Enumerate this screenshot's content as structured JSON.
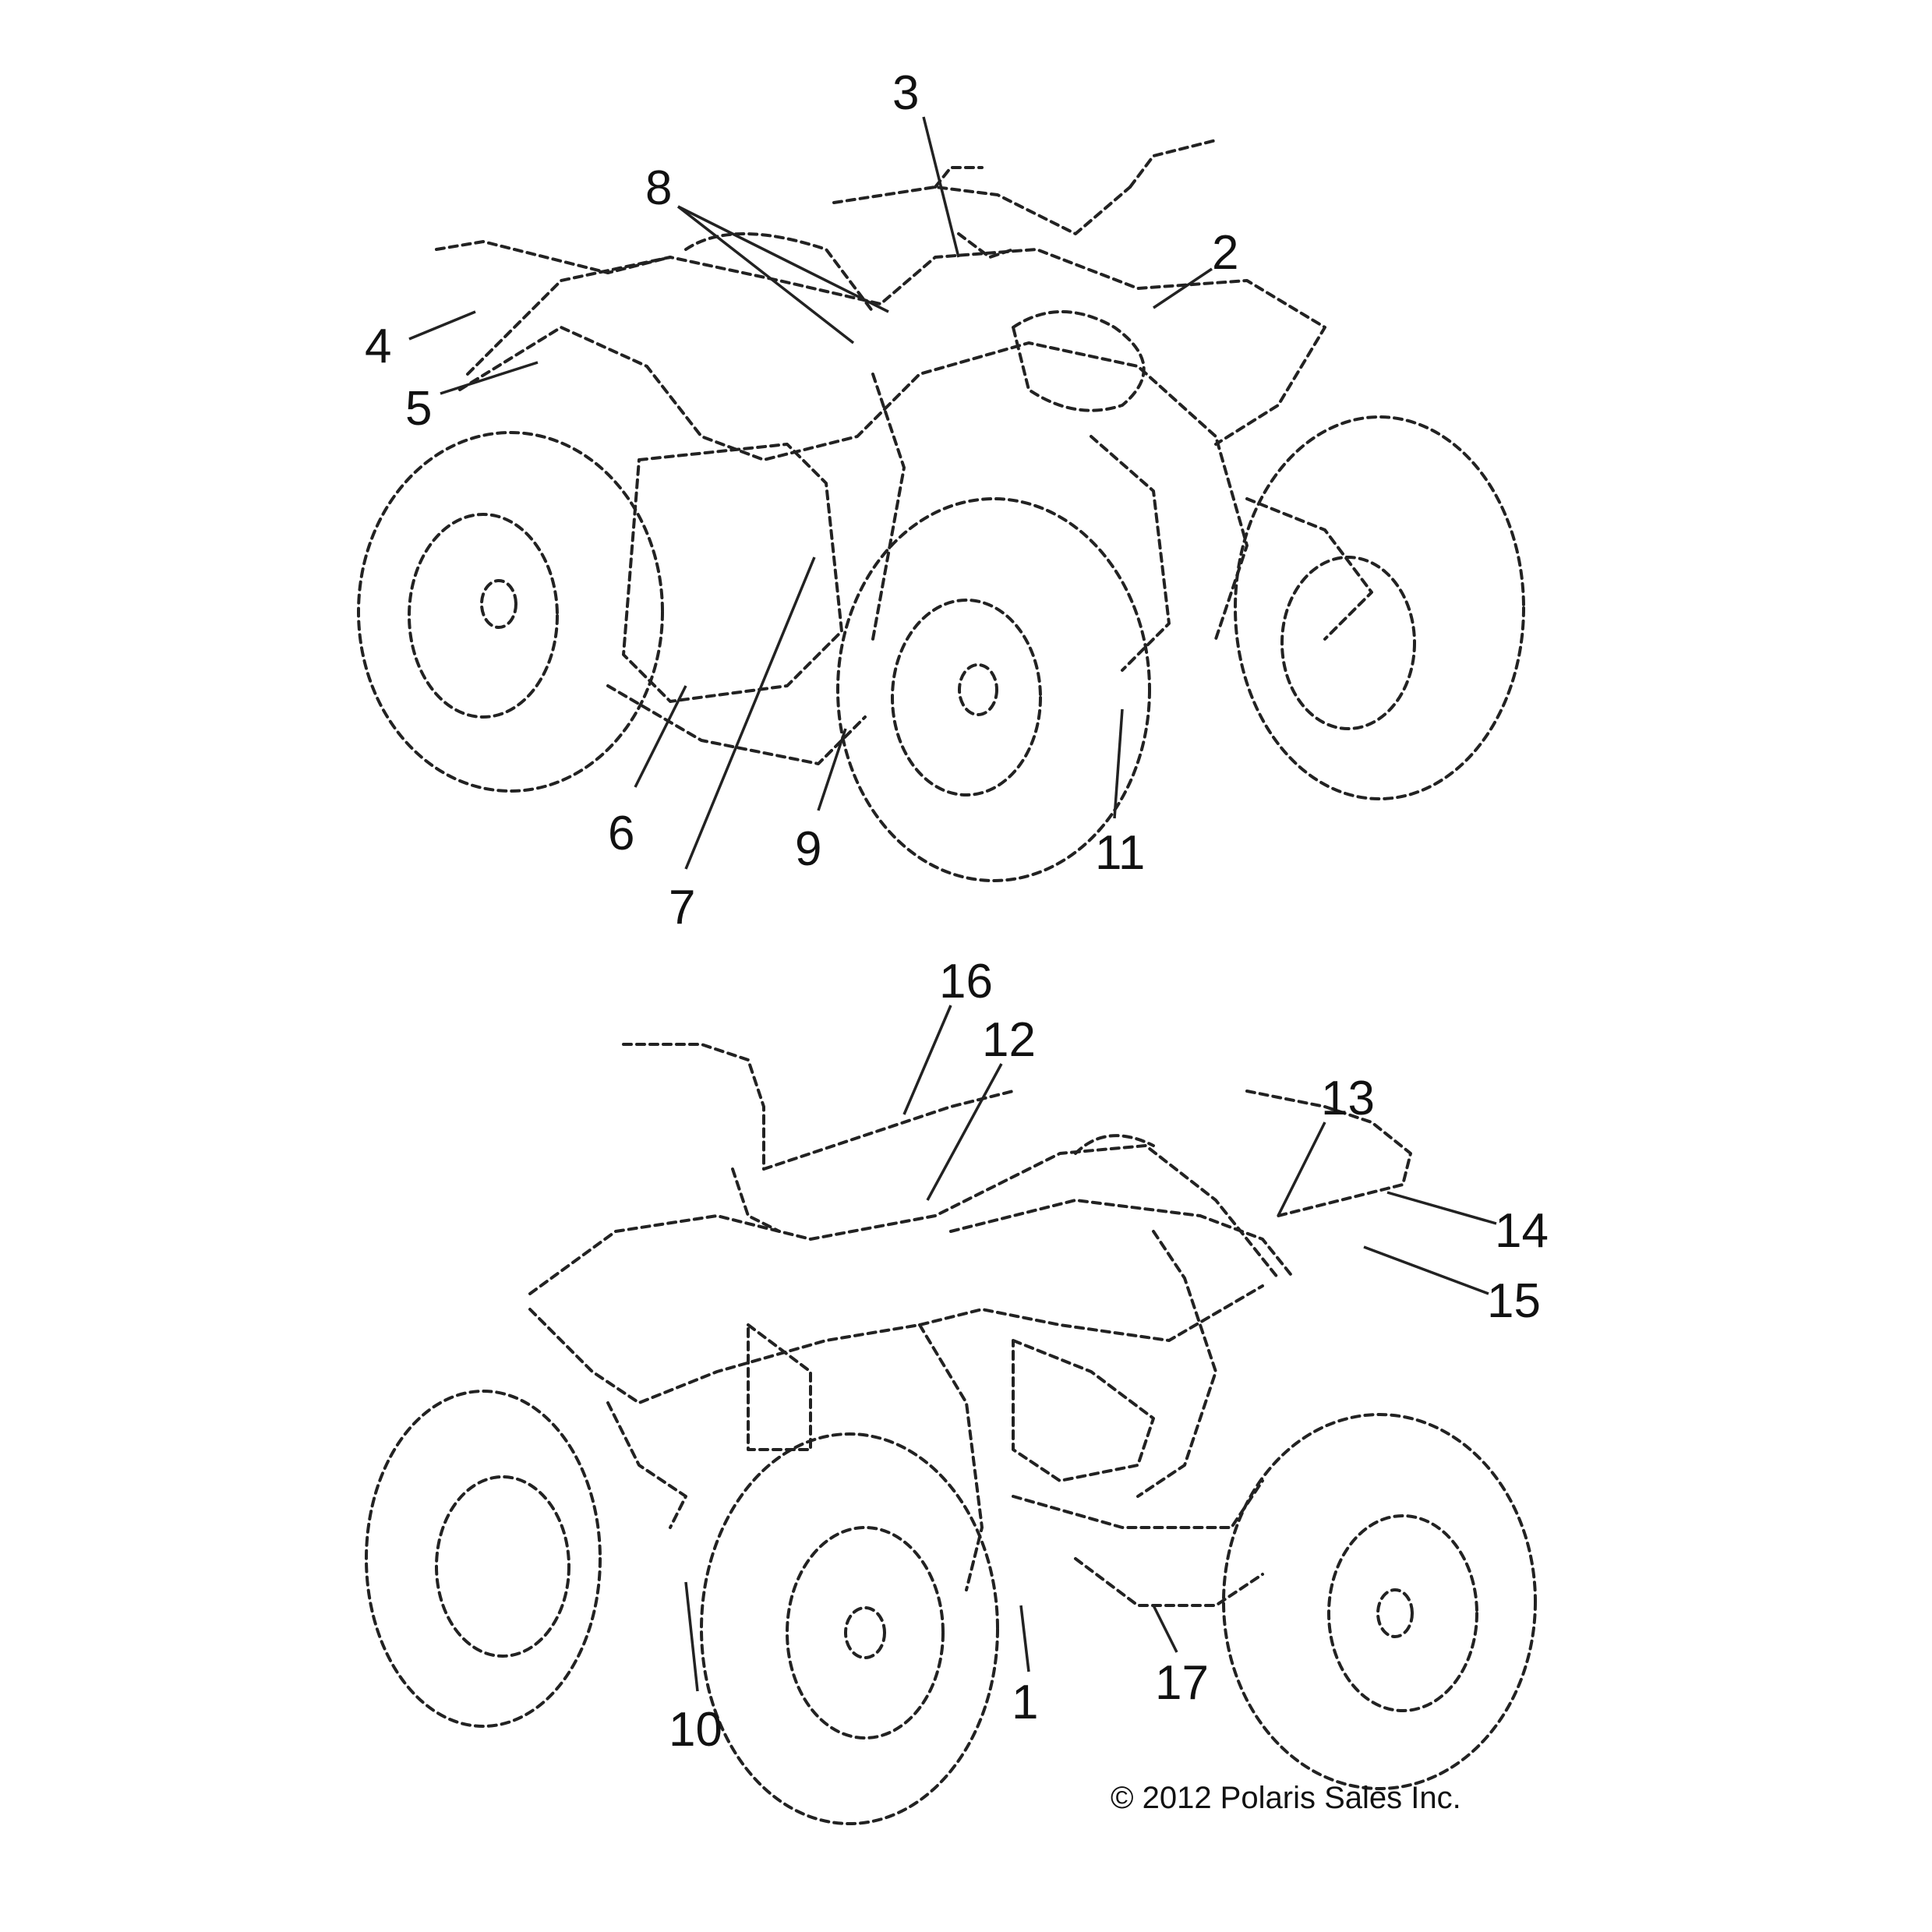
{
  "callouts": {
    "c1": "1",
    "c2": "2",
    "c3": "3",
    "c4": "4",
    "c5": "5",
    "c6": "6",
    "c7": "7",
    "c8": "8",
    "c9": "9",
    "c10": "10",
    "c11": "11",
    "c12": "12",
    "c13": "13",
    "c14": "14",
    "c15": "15",
    "c16": "16",
    "c17": "17"
  },
  "copyright": "© 2012 Polaris Sales Inc."
}
